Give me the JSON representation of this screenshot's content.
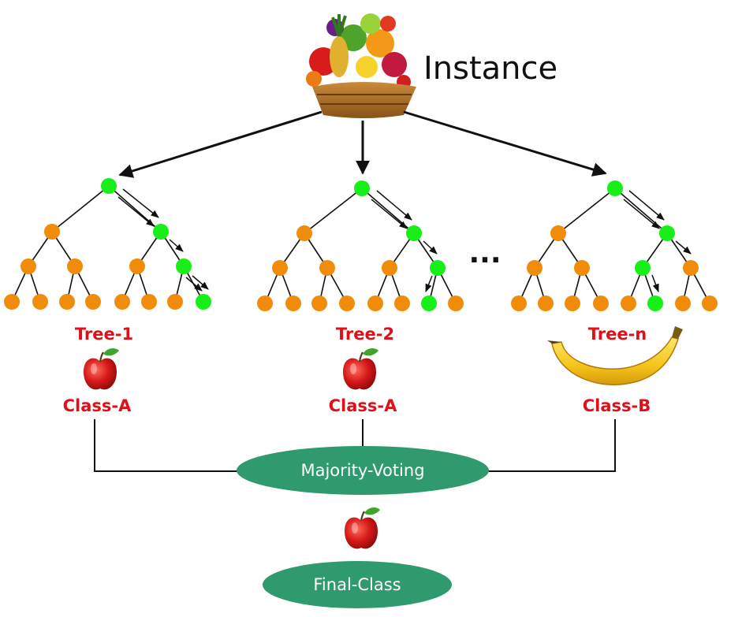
{
  "instance": {
    "label": "Instance",
    "icon": "fruit-basket-icon"
  },
  "trees": [
    {
      "label": "Tree-1",
      "result_label": "Class-A",
      "result_icon": "apple-icon"
    },
    {
      "label": "Tree-2",
      "result_label": "Class-A",
      "result_icon": "apple-icon"
    },
    {
      "label": "Tree-n",
      "result_label": "Class-B",
      "result_icon": "banana-icon"
    }
  ],
  "ellipsis": "...",
  "voting": {
    "label": "Majority-Voting"
  },
  "final": {
    "label": "Final-Class",
    "icon": "apple-icon"
  },
  "colors": {
    "inactive_node": "#f08c0a",
    "active_node": "#18ee18",
    "label_red": "#e0101a",
    "ellipse_green": "#2f9a6e",
    "line": "#111111"
  }
}
